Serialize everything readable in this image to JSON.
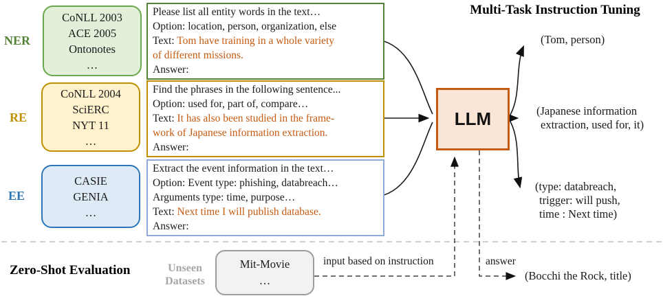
{
  "title": "Multi-Task Instruction Tuning",
  "llm_label": "LLM",
  "tasks": [
    {
      "label": "NER",
      "datasets": [
        "CoNLL 2003",
        "ACE 2005",
        "Ontonotes",
        "…"
      ],
      "instruction": {
        "line1": "Please list all entity words in the text…",
        "line2": "Option: location, person, organization, else",
        "text_label": "Text: ",
        "text_value_1": "Tom have training in a whole variety",
        "text_value_2": "of different missions.",
        "answer_label": "Answer:"
      },
      "output_lines": [
        "(Tom, person)"
      ]
    },
    {
      "label": "RE",
      "datasets": [
        "CoNLL 2004",
        "SciERC",
        "NYT 11",
        "…"
      ],
      "instruction": {
        "line1": "Find the phrases in the following sentence...",
        "line2": "Option: used for, part of, compare…",
        "text_label": "Text: ",
        "text_value_1": "It has also been studied in the frame-",
        "text_value_2": "work of Japanese information extraction.",
        "answer_label": "Answer:"
      },
      "output_lines": [
        "(Japanese information",
        "extraction, used for, it)"
      ]
    },
    {
      "label": "EE",
      "datasets": [
        "CASIE",
        "GENIA",
        "…"
      ],
      "instruction": {
        "line1": "Extract the event information in the text…",
        "line2": "Option: Event type: phishing, databreach…",
        "line3": "Arguments type: time, purpose…",
        "text_label": "Text: ",
        "text_value_1": "Next time I will publish database.",
        "answer_label": "Answer:"
      },
      "output_lines": [
        "(type: databreach,",
        "trigger: will push,",
        "time : Next time)"
      ]
    }
  ],
  "zero_shot": {
    "heading": "Zero-Shot Evaluation",
    "unseen_label_1": "Unseen",
    "unseen_label_2": "Datasets",
    "datasets": [
      "Mit-Movie",
      "…"
    ],
    "input_arrow_label": "input based on instruction",
    "answer_arrow_label": "answer",
    "output": "(Bocchi the Rock, title)"
  },
  "colors": {
    "ner_green": "#538135",
    "ner_box_fill": "#E2EFD9",
    "ner_box_border": "#6AA84F",
    "re_gold": "#BF9000",
    "re_box_fill": "#FFF2CC",
    "ee_blue": "#2E75B6",
    "ee_box_fill": "#DEEAF6",
    "ee_instruction_border": "#8EAADB",
    "highlight_orange": "#C55A11",
    "llm_fill": "#FBE5D6",
    "llm_border": "#C55A11",
    "gray_text": "#A6A6A6",
    "unseen_box_fill": "#F2F2F2"
  }
}
